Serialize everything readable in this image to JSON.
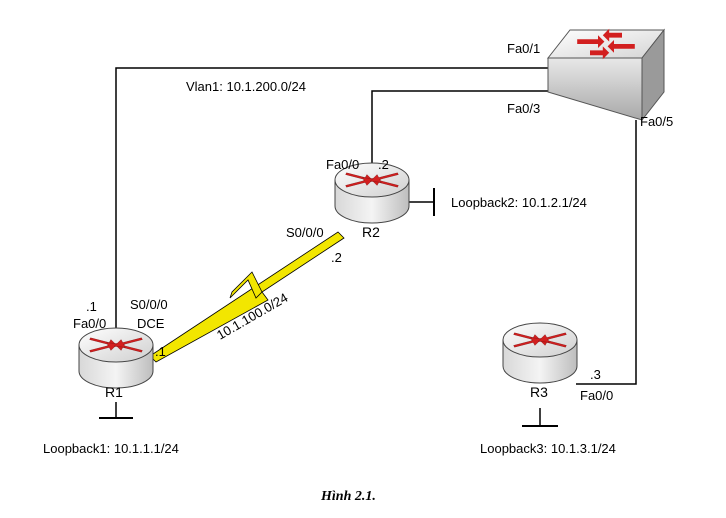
{
  "diagram": {
    "caption": "Hình 2.1.",
    "devices": {
      "r1": "R1",
      "r2": "R2",
      "r3": "R3"
    },
    "labels": {
      "switch_fa01": "Fa0/1",
      "switch_fa03": "Fa0/3",
      "switch_fa05": "Fa0/5",
      "vlan1": "Vlan1: 10.1.200.0/24",
      "r2_fa00": "Fa0/0",
      "r2_fa00_host": ".2",
      "r2_s000": "S0/0/0",
      "r2_serial_host": ".2",
      "loopback2": "Loopback2: 10.1.2.1/24",
      "r1_fa_host": ".1",
      "r1_fa00": "Fa0/0",
      "r1_s000": "S0/0/0",
      "r1_dce": "DCE",
      "r1_serial_host": ".1",
      "serial_net": "10.1.100.0/24",
      "loopback1": "Loopback1: 10.1.1.1/24",
      "r3_host": ".3",
      "r3_fa00": "Fa0/0",
      "loopback3": "Loopback3: 10.1.3.1/24"
    },
    "colors": {
      "router_arrow": "#d21f1f",
      "router_body": "#e4e4e4",
      "serial_link": "#f2e600",
      "line": "#000000"
    }
  }
}
